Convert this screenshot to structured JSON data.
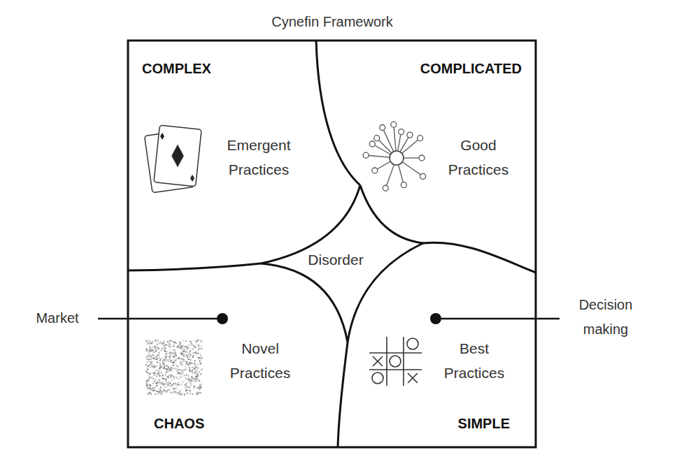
{
  "diagram": {
    "title": "Cynefin Framework",
    "nodes": [
      {
        "text": [
          "COMPLEX",
          "Emergent Practices"
        ]
      },
      {
        "text": [
          "COMPLICATED",
          "Good Practices"
        ]
      },
      {
        "text": [
          "Disorder"
        ]
      },
      {
        "text": [
          "CHAOS",
          "Novel Practices"
        ]
      },
      {
        "text": [
          "SIMPLE",
          "Best Practices"
        ]
      }
    ],
    "labels": [
      "Market",
      "Decision making"
    ]
  }
}
